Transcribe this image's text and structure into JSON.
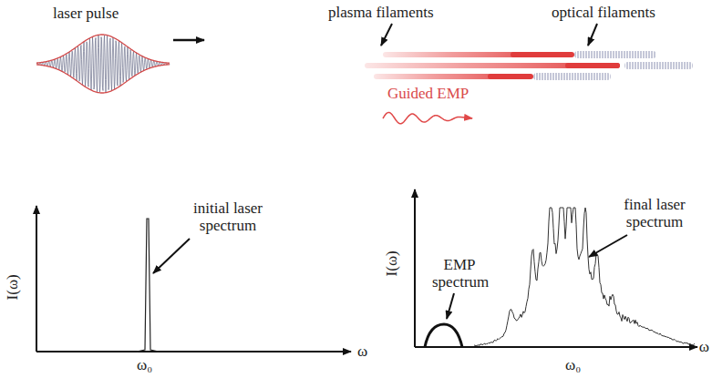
{
  "diagram": {
    "labels": [
      "laser pulse",
      "plasma filaments",
      "optical filaments",
      "Guided EMP",
      "I(ω)",
      "ω",
      "ω₀",
      "initial laser spectrum",
      "I(ω)",
      "ω",
      "ω₀",
      "EMP spectrum",
      "final laser spectrum"
    ]
  }
}
